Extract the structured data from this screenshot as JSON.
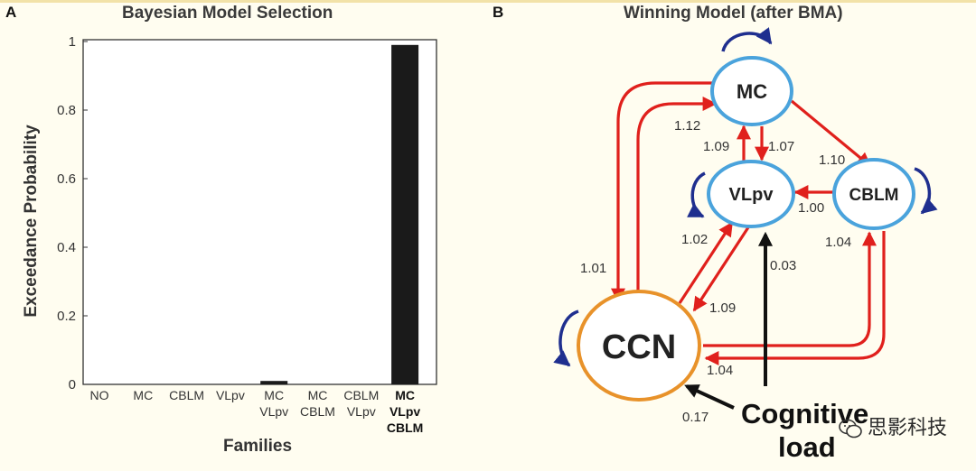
{
  "panel_a": {
    "letter": "A",
    "title": "Bayesian Model Selection"
  },
  "panel_b": {
    "letter": "B",
    "title": "Winning Model (after BMA)",
    "nodes": {
      "mc": "MC",
      "vlpv": "VLpv",
      "cblm": "CBLM",
      "ccn": "CCN"
    },
    "edges": {
      "ccn_to_mc": "1.12",
      "mc_to_ccn": "1.01",
      "vlpv_to_mc": "1.09",
      "mc_to_vlpv": "1.07",
      "mc_to_cblm": "1.10",
      "cblm_to_vlpv": "1.00",
      "ccn_to_vlpv": "1.02",
      "vlpv_to_ccn": "1.09",
      "ccn_to_cblm": "1.04",
      "cblm_to_ccn": "1.04",
      "cog_to_vlpv": "0.03",
      "cog_to_ccn": "0.17"
    },
    "input": {
      "line1": "Cognitive",
      "line2": "load"
    },
    "colors": {
      "node_blue": "#4aa3dc",
      "node_orange": "#e8922a",
      "edge_red": "#e0201c",
      "self_loop": "#1f2f8f",
      "input_arrow": "#111111"
    }
  },
  "watermark": "思影科技",
  "chart_data": {
    "type": "bar",
    "title": "Bayesian Model Selection",
    "xlabel": "Families",
    "ylabel": "Exceedance Probability",
    "categories": [
      [
        "NO"
      ],
      [
        "MC"
      ],
      [
        "CBLM"
      ],
      [
        "VLpv"
      ],
      [
        "MC",
        "VLpv"
      ],
      [
        "MC",
        "CBLM"
      ],
      [
        "CBLM",
        "VLpv"
      ],
      [
        "MC",
        "VLpv",
        "CBLM"
      ]
    ],
    "bold_category_index": 7,
    "values": [
      0,
      0,
      0,
      0,
      0.01,
      0,
      0,
      0.99
    ],
    "ylim": [
      0,
      1
    ],
    "yticks": [
      "0",
      "0.2",
      "0.4",
      "0.6",
      "0.8",
      "1"
    ],
    "bar_color": "#1a1a1a",
    "grid": false
  }
}
